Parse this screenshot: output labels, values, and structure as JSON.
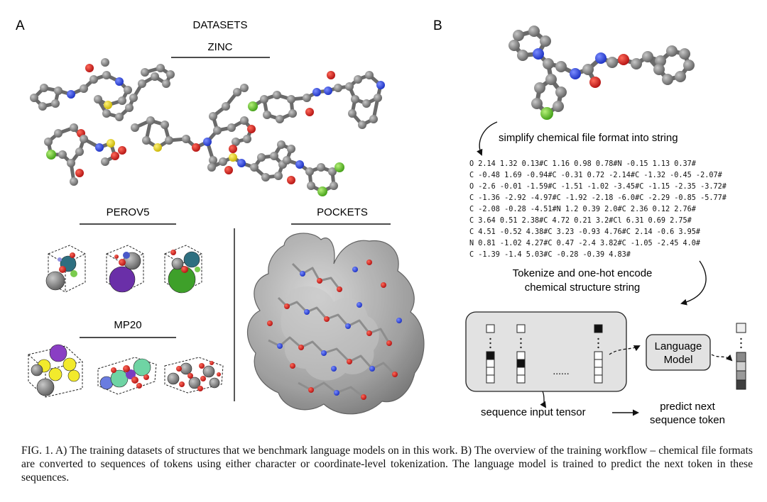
{
  "panel_a": {
    "letter": "A",
    "datasets_title": "DATASETS",
    "zinc_title": "ZINC",
    "perov5_title": "PEROV5",
    "mp20_title": "MP20",
    "pockets_title": "POCKETS"
  },
  "panel_b": {
    "letter": "B",
    "simplify_label": "simplify chemical file format into string",
    "coordinate_lines": [
      "O 2.14 1.32 0.13#C 1.16 0.98 0.78#N -0.15 1.13 0.37#",
      "C -0.48 1.69 -0.94#C -0.31 0.72 -2.14#C -1.32 -0.45 -2.07#",
      "O -2.6 -0.01 -1.59#C -1.51 -1.02 -3.45#C -1.15 -2.35 -3.72#",
      "C -1.36 -2.92 -4.97#C -1.92 -2.18 -6.0#C -2.29 -0.85 -5.77#",
      "C -2.08 -0.28 -4.51#N 1.2 0.39 2.0#C 2.36 0.12 2.76#",
      "C 3.64 0.51 2.38#C 4.72 0.21 3.2#Cl 6.31 0.69 2.75#",
      "C 4.51 -0.52 4.38#C 3.23 -0.93 4.76#C 2.14 -0.6 3.95#",
      "N 0.81 -1.02 4.27#C 0.47 -2.4 3.82#C -1.05 -2.45 4.0#",
      "C -1.39 -1.4 5.03#C -0.28 -0.39 4.83#"
    ],
    "tokenize_line1": "Tokenize and one-hot encode",
    "tokenize_line2": "chemical structure string",
    "ellipsis": "......",
    "language_model_line1": "Language",
    "language_model_line2": "Model",
    "sequence_input_label": "sequence input tensor",
    "predict_line1": "predict next",
    "predict_line2": "sequence token"
  },
  "caption": "FIG. 1.  A) The training datasets of structures that we benchmark language models on in this work.  B) The overview of the training workflow – chemical file formats are converted to sequences of tokens using either character or coordinate-level tokenization. The language model is trained to predict the next token in these sequences."
}
